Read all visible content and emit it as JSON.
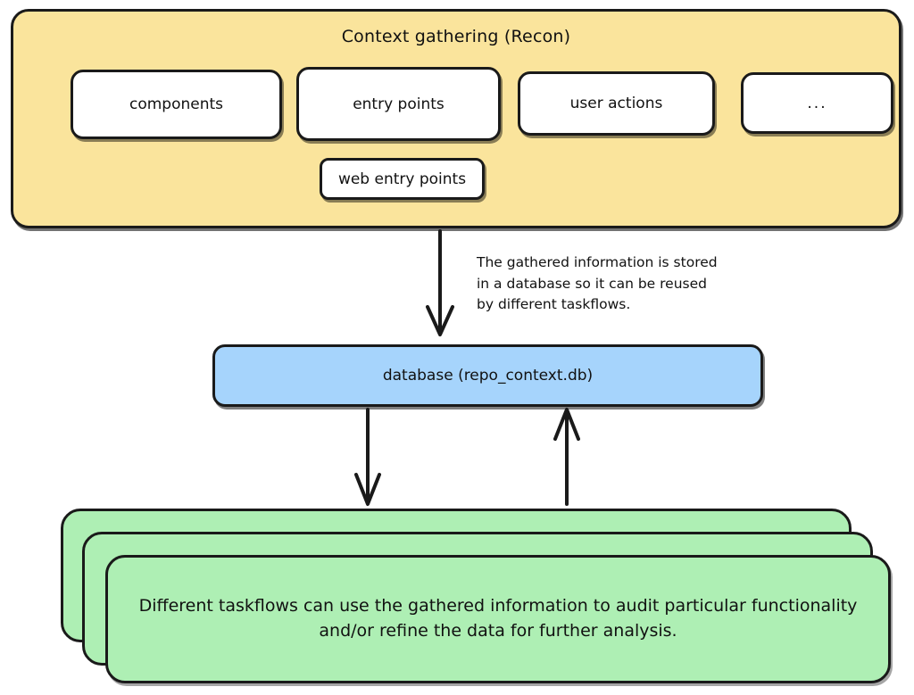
{
  "diagram": {
    "title": "Context gathering (Recon)",
    "background_color": "#ffffff",
    "stroke_color": "#1a1a1a"
  },
  "recon": {
    "title": "Context gathering (Recon)",
    "fill_color": "#fae49c",
    "items": [
      {
        "label": "components"
      },
      {
        "label": "entry points"
      },
      {
        "label": "user actions"
      },
      {
        "label": "..."
      },
      {
        "label": "web entry points"
      }
    ]
  },
  "note": {
    "text": "The gathered information is stored\nin a database so it can be reused\nby different taskflows."
  },
  "database": {
    "label": "database (repo_context.db)",
    "fill_color": "#a6d4fc"
  },
  "taskflows": {
    "fill_color": "#aeefb4",
    "card_count": 3,
    "text": "Different taskflows can use the gathered information to audit particular functionality and/or refine the data for further analysis."
  },
  "arrows": [
    {
      "name": "recon-to-database",
      "direction": "down"
    },
    {
      "name": "database-to-taskflows",
      "direction": "down"
    },
    {
      "name": "taskflows-to-database",
      "direction": "up"
    }
  ]
}
